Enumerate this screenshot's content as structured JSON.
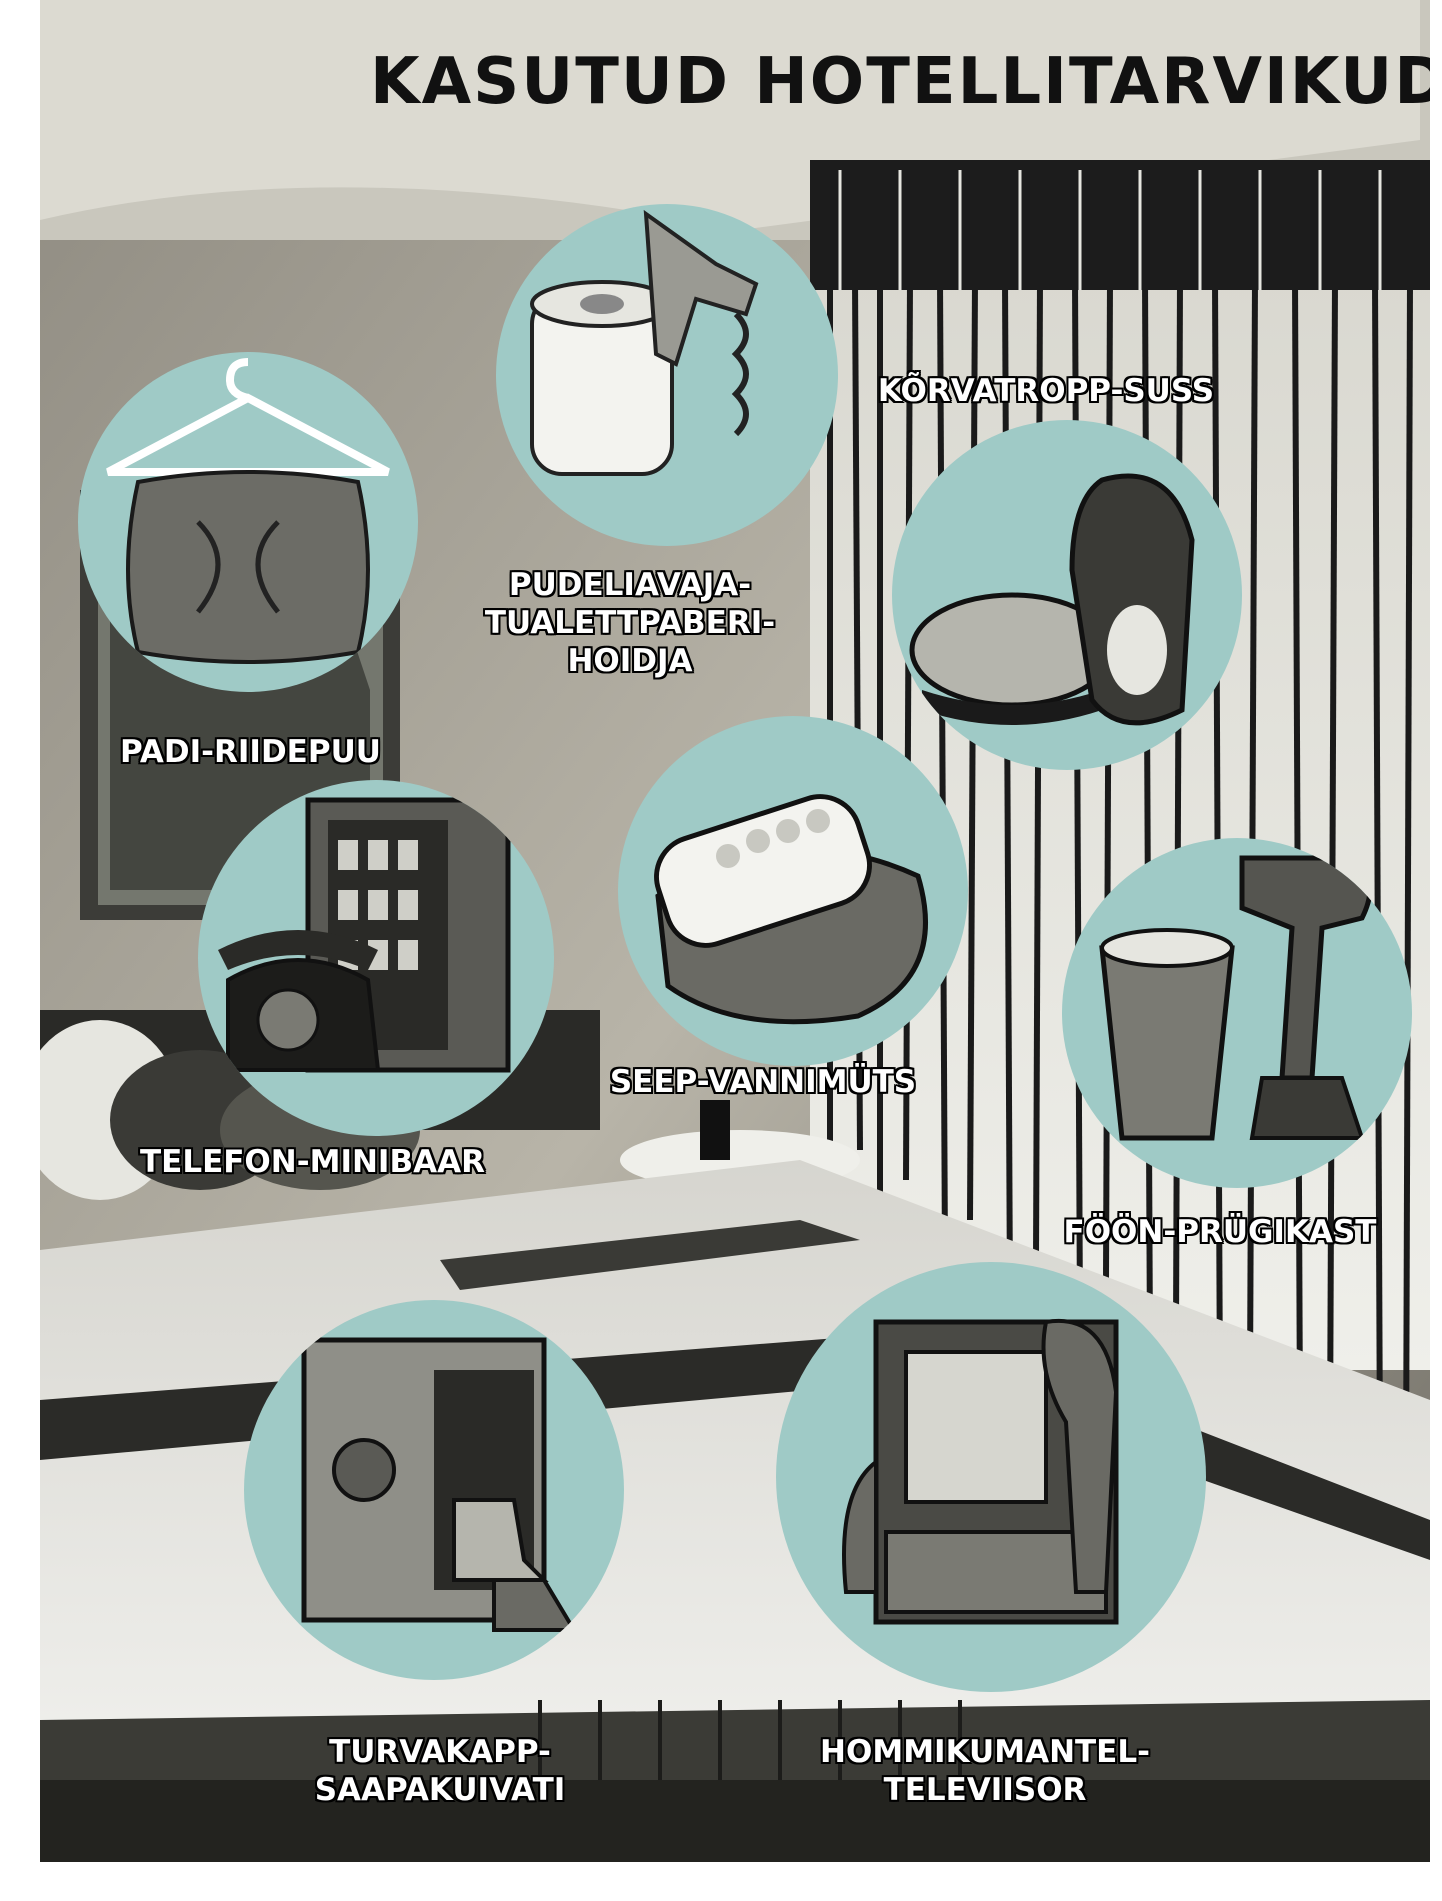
{
  "title": "KASUTUD HOTELLITARVIKUD",
  "colors": {
    "circle_fill": "#9fcac6",
    "label_text": "#ffffff",
    "label_outline": "#000000",
    "title_text": "#111111"
  },
  "items": [
    {
      "id": "padi-riidepuu",
      "label": "PADI-RIIDEPUU",
      "icon": "pillow-hanger-icon"
    },
    {
      "id": "pudeliavaja",
      "label_lines": [
        "PUDELIAVAJA-",
        "TUALETTPABERI-",
        "HOIDJA"
      ],
      "icon": "toilet-paper-bottle-opener-icon"
    },
    {
      "id": "korvatropp",
      "label": "KÕRVATROPP-SUSS",
      "icon": "earplug-slipper-icon"
    },
    {
      "id": "telefon",
      "label": "TELEFON-MINIBAAR",
      "icon": "telephone-minibar-icon"
    },
    {
      "id": "seep",
      "label": "SEEP-VANNIMÜTS",
      "icon": "soap-shower-cap-icon"
    },
    {
      "id": "foon",
      "label": "FÖÖN-PRÜGIKAST",
      "icon": "hairdryer-trash-bin-icon"
    },
    {
      "id": "turvakapp",
      "label_lines": [
        "TURVAKAPP-",
        "SAAPAKUIVATI"
      ],
      "icon": "safe-boot-dryer-icon"
    },
    {
      "id": "hommikumantel",
      "label_lines": [
        "HOMMIKUMANTEL-",
        "TELEVIISOR"
      ],
      "icon": "bathrobe-television-icon"
    }
  ]
}
